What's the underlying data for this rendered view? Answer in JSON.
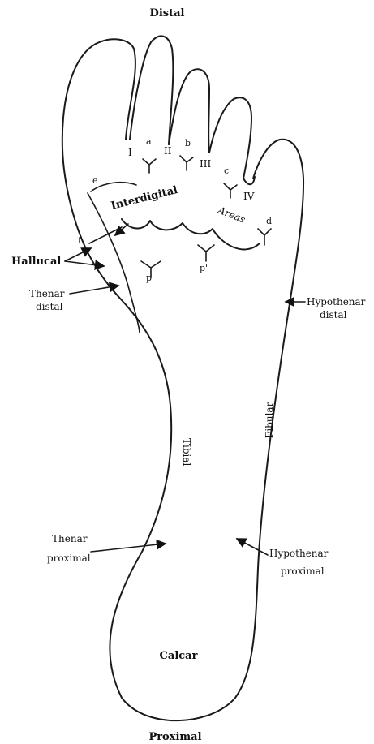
{
  "labels": {
    "distal": "Distal",
    "proximal": "Proximal",
    "calcar": "Calcar",
    "tibial": "Tibial",
    "fibular": "Fibular",
    "hallucal": "Hallucal",
    "thenar_distal_1": "Thenar",
    "thenar_distal_2": "distal",
    "hypothenar_distal_1": "Hypothenar",
    "hypothenar_distal_2": "distal",
    "thenar_proximal_1": "Thenar",
    "thenar_proximal_2": "proximal",
    "hypothenar_proximal_1": "Hypothenar",
    "hypothenar_proximal_2": "proximal",
    "interdigital": "Interdigital",
    "areas": "Areas",
    "digit_I": "I",
    "digit_II": "II",
    "digit_III": "III",
    "digit_IV": "IV",
    "triradius_a": "a",
    "triradius_b": "b",
    "triradius_c": "c",
    "triradius_d": "d",
    "triradius_e": "e",
    "triradius_f": "f",
    "triradius_p": "p",
    "triradius_p_prime": "p'"
  }
}
